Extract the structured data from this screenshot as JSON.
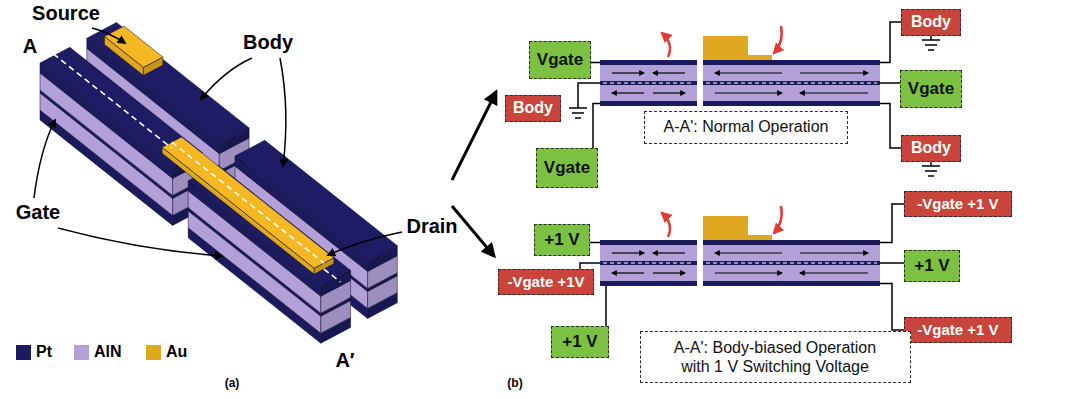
{
  "diagram": {
    "nodes": [
      {
        "text": [
          "Vgate"
        ]
      },
      {
        "text": [
          "Body"
        ]
      },
      {
        "text": [
          "Vgate"
        ]
      },
      {
        "text": [
          "Body"
        ]
      },
      {
        "text": [
          "Vgate"
        ]
      },
      {
        "text": [
          "Body"
        ]
      },
      {
        "text": [
          "A-A': Normal Operation"
        ]
      },
      {
        "text": [
          "+1 V"
        ]
      },
      {
        "text": [
          "-Vgate +1V"
        ]
      },
      {
        "text": [
          "+1 V"
        ]
      },
      {
        "text": [
          "-Vgate +1 V"
        ]
      },
      {
        "text": [
          "+1 V"
        ]
      },
      {
        "text": [
          "-Vgate +1 V"
        ]
      },
      {
        "text": [
          "A-A': Body-biased Operation with 1 V Switching Voltage"
        ]
      }
    ],
    "labels": [
      "Source",
      "Body",
      "Gate",
      "Drain",
      "A",
      "A′",
      "(a)",
      "(b)"
    ],
    "legend": [
      {
        "text": "Pt",
        "color": "#1b1a5c"
      },
      {
        "text": "AlN",
        "color": "#b3a0d8"
      },
      {
        "text": "Au",
        "color": "#e0a820"
      }
    ]
  }
}
